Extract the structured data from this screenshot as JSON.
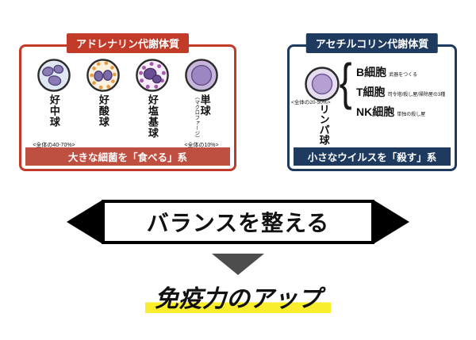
{
  "left_panel": {
    "title": "アドレナリン代謝体質",
    "cells": [
      {
        "name": "好中球",
        "note": "<全体の40-70%>"
      },
      {
        "name": "好酸球",
        "note": ""
      },
      {
        "name": "好塩基球",
        "note": ""
      },
      {
        "name": "単球",
        "alias": "（マクロファージ）",
        "note": "<全体の10%>"
      }
    ],
    "footer": "大きな細菌を「食べる」系"
  },
  "right_panel": {
    "title": "アセチルコリン代謝体質",
    "cell_name": "リンパ球",
    "cell_note": "<全体の20-50%>",
    "types": [
      {
        "name": "B細胞",
        "desc": "武器をつくる"
      },
      {
        "name": "T細胞",
        "desc": "司令塔/殺し屋/掃除屋の3種"
      },
      {
        "name": "NK細胞",
        "desc": "単独の殺し屋"
      }
    ],
    "footer": "小さなウイルスを「殺す」系"
  },
  "balance_label": "バランスを整える",
  "result_label": "免疫力のアップ",
  "colors": {
    "red": "#c13b28",
    "red_bar": "#bf4f41",
    "navy": "#1e3a5f",
    "highlight_yellow": "#f9ee2e",
    "arrow_gray": "#4d4d4d"
  }
}
